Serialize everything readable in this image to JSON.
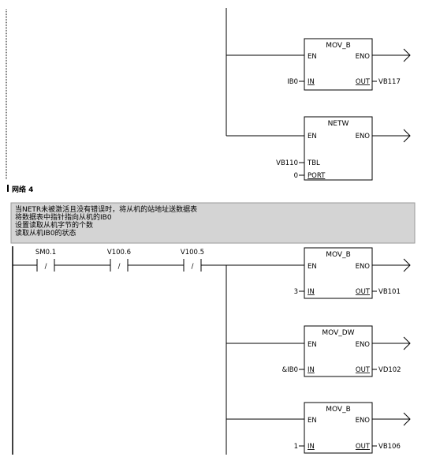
{
  "network": {
    "label": "网络 4"
  },
  "comments": [
    "当NETR未被激活且没有错误时，将从机的站地址送数据表",
    "将数据表中指针指向从机的IB0",
    "设置读取从机字节的个数",
    "读取从机IB0的状态"
  ],
  "upper": {
    "mov_b": {
      "title": "MOV_B",
      "en": "EN",
      "eno": "ENO",
      "in_pin": "IN",
      "out_pin": "OUT",
      "in_val": "IB0",
      "out_val": "VB117"
    },
    "netw": {
      "title": "NETW",
      "en": "EN",
      "eno": "ENO",
      "tbl_pin": "TBL",
      "port_pin": "PORT",
      "tbl_val": "VB110",
      "port_val": "0"
    }
  },
  "contacts": [
    {
      "address": "SM0.1",
      "symbol": "/"
    },
    {
      "address": "V100.6",
      "symbol": "/"
    },
    {
      "address": "V100.5",
      "symbol": "/"
    }
  ],
  "lower": {
    "mov_b_1": {
      "title": "MOV_B",
      "en": "EN",
      "eno": "ENO",
      "in_pin": "IN",
      "out_pin": "OUT",
      "in_val": "3",
      "out_val": "VB101"
    },
    "mov_dw": {
      "title": "MOV_DW",
      "en": "EN",
      "eno": "ENO",
      "in_pin": "IN",
      "out_pin": "OUT",
      "in_val": "&IB0",
      "out_val": "VD102"
    },
    "mov_b_2": {
      "title": "MOV_B",
      "en": "EN",
      "eno": "ENO",
      "in_pin": "IN",
      "out_pin": "OUT",
      "in_val": "1",
      "out_val": "VB106"
    }
  }
}
